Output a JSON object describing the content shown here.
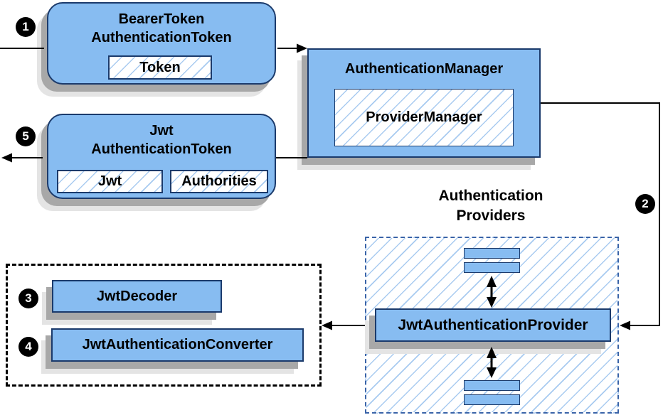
{
  "colors": {
    "node_fill": "#87BCF1",
    "node_border": "#1B3A6B",
    "hatch_line": "#A9CBF0",
    "providers_dashed_border": "#3A64A8",
    "converters_dashed_border": "#000000",
    "shadow_dark": "#A8A8A8",
    "shadow_light": "#E4E4E4",
    "badge_bg": "#000000",
    "badge_text": "#FFFFFF",
    "connector": "#000000"
  },
  "badges": {
    "b1": "1",
    "b2": "2",
    "b3": "3",
    "b4": "4",
    "b5": "5"
  },
  "nodes": {
    "bearer_token": {
      "title_line1": "BearerToken",
      "title_line2": "AuthenticationToken",
      "field_token": "Token"
    },
    "authentication_manager": {
      "title": "AuthenticationManager",
      "inner": "ProviderManager"
    },
    "jwt_token": {
      "title_line1": "Jwt",
      "title_line2": "AuthenticationToken",
      "field_jwt": "Jwt",
      "field_authorities": "Authorities"
    },
    "providers": {
      "label_line1": "Authentication",
      "label_line2": "Providers",
      "provider": "JwtAuthenticationProvider"
    },
    "converters": {
      "decoder": "JwtDecoder",
      "converter": "JwtAuthenticationConverter"
    }
  }
}
